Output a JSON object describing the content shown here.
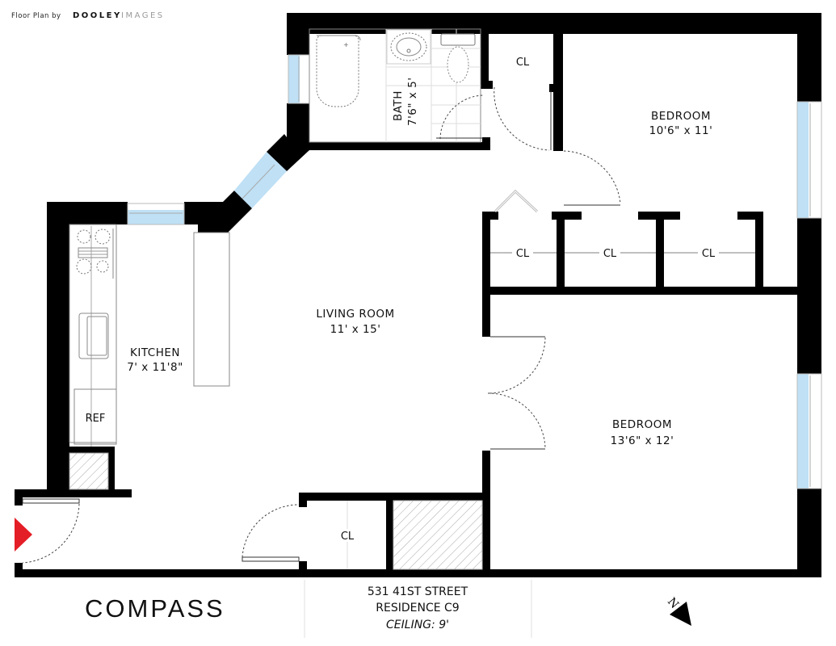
{
  "header": {
    "credit_prefix": "Floor Plan by",
    "credit_brand_bold": "DOOLEY",
    "credit_brand_light": "IMAGES"
  },
  "rooms": {
    "bath": {
      "name": "BATH",
      "dims": "7'6\" x 5'"
    },
    "bedroom_1": {
      "name": "BEDROOM",
      "dims": "10'6\" x 11'"
    },
    "bedroom_2": {
      "name": "BEDROOM",
      "dims": "13'6\" x 12'"
    },
    "living_room": {
      "name": "LIVING ROOM",
      "dims": "11' x 15'"
    },
    "kitchen": {
      "name": "KITCHEN",
      "dims": "7' x 11'8\""
    },
    "refrigerator": {
      "name": "REF"
    }
  },
  "closets": [
    {
      "label": "CL",
      "location": "top near bath"
    },
    {
      "label": "CL",
      "location": "hall closet 1"
    },
    {
      "label": "CL",
      "location": "hall closet 2"
    },
    {
      "label": "CL",
      "location": "hall closet 3"
    },
    {
      "label": "CL",
      "location": "entry closet"
    }
  ],
  "footer": {
    "logo": "COMPASS",
    "address_line": "531 41ST STREET",
    "residence": "RESIDENCE C9",
    "ceiling": "CEILING: 9'"
  },
  "compass": {
    "north_label": "N",
    "icon": "north-arrow-icon"
  },
  "entry_marker": {
    "icon": "entry-arrow-icon",
    "color": "#e41e26"
  },
  "colors": {
    "wall": "#000000",
    "window_glass": "#bfe0f5",
    "entry_arrow": "#e41e26",
    "background": "#ffffff"
  }
}
